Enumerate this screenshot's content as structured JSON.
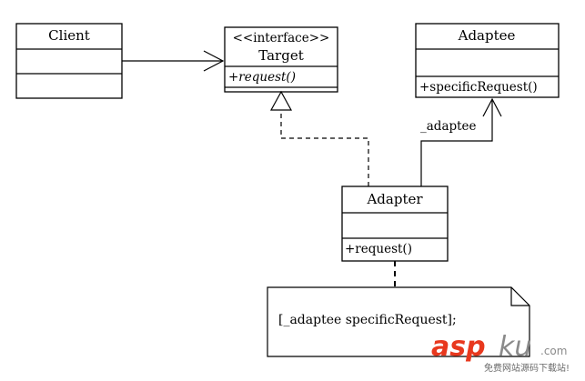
{
  "classes": {
    "client": {
      "name": "Client"
    },
    "target": {
      "stereotype": "<<interface>>",
      "name": "Target",
      "operation": "+request()"
    },
    "adaptee": {
      "name": "Adaptee",
      "operation": "+specificRequest()"
    },
    "adapter": {
      "name": "Adapter",
      "operation": "+request()"
    }
  },
  "association_label": "_adaptee",
  "note": {
    "text": "[_adaptee specificRequest];"
  },
  "watermark": {
    "brand_red": "asp",
    "brand_gray": "ku",
    "domain": ".com",
    "subtitle": "免费网站源码下载站!"
  }
}
